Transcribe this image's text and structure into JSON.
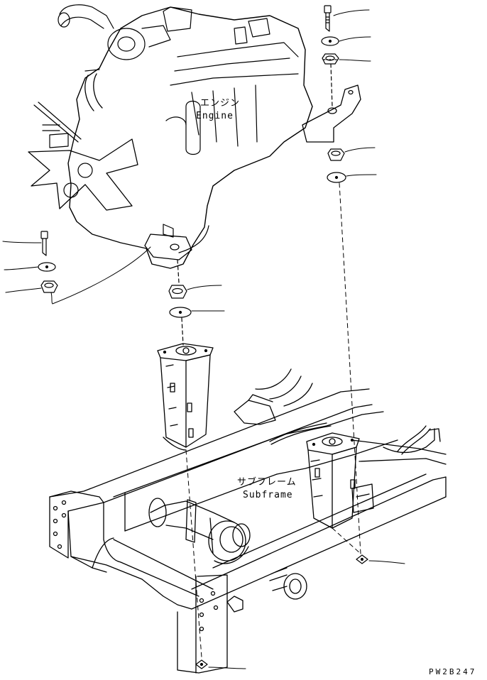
{
  "labels": {
    "engine_jp": "エンジン",
    "engine_en": "Engine",
    "subframe_jp": "サブフレーム",
    "subframe_en": "Subframe"
  },
  "drawing_code": "PW2B247",
  "colors": {
    "ink": "#000000",
    "paper": "#ffffff"
  }
}
